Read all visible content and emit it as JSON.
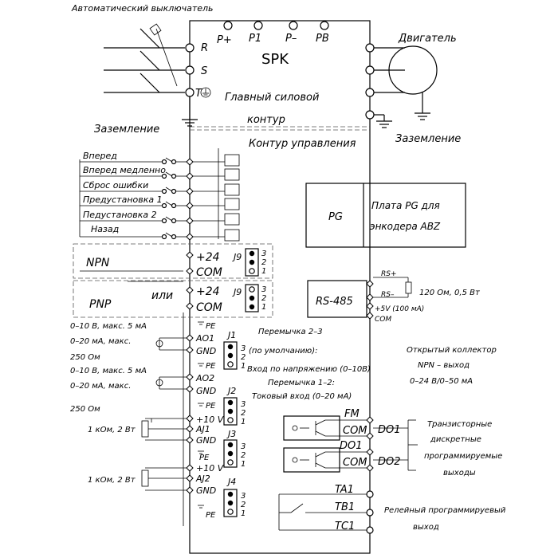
{
  "breaker_label": "Автоматический выключатель",
  "brand": "SPK",
  "power_terminals_top": [
    "P+",
    "P1",
    "P–",
    "PB"
  ],
  "power_terminals_left": [
    "R",
    "S",
    "T"
  ],
  "main_power_circuit": [
    "Главный силовой",
    "контур"
  ],
  "control_circuit": "Контур управления",
  "ground_left": "Заземление",
  "ground_right": "Заземление",
  "motor": "Двигатель",
  "digital_inputs": [
    "Вперед",
    "Вперед медленно",
    "Сброс ошибки",
    "Предустановка 1",
    "Педустановка 2",
    "Назад"
  ],
  "npn_label": "NPN",
  "pnp_label": "PNP",
  "or_label": "или",
  "supply_24": "+24",
  "com": "COM",
  "j9": "J9",
  "pin_nums": [
    "3",
    "2",
    "1"
  ],
  "pe": "PE",
  "ao1_spec": [
    "0–10 В, макс. 5 мА",
    "0–20 мА, макс.",
    "250 Ом"
  ],
  "ao2_spec": [
    "0–10 В, макс. 5 мА",
    "0–20 мА, макс.",
    "250 Ом"
  ],
  "ao1": "AO1",
  "ao2": "AO2",
  "gnd": "GND",
  "v10": "+10 V",
  "aj1": "AJ1",
  "aj2": "AJ2",
  "pot_label": "1 кОм, 2 Вт",
  "jumpers": [
    "J1",
    "J2",
    "J3",
    "J4"
  ],
  "jumper_note": [
    "Перемычка 2–3",
    "(по умолчанию):",
    "Вход по напряжению (0–10В)",
    "Перемычка 1–2:",
    "Токовый вход (0–20 мА)"
  ],
  "pg": "PG",
  "pg_board": [
    "Плата PG для",
    "энкодера ABZ"
  ],
  "rs485": "RS-485",
  "rs_plus": "RS+",
  "rs_minus": "RS–",
  "rs_5v": "+5V (100 мА)",
  "rs_com": "COM",
  "rs_resistor": "120  Ом, 0,5 Вт",
  "oc_note": [
    "Открытый коллектор",
    "NPN – выход",
    "0–24 В/0–50 мА"
  ],
  "fm": "FM",
  "do1": "DO1",
  "do2": "DO2",
  "transistor_note": [
    "Транзисторные",
    "дискретные",
    "программируемые",
    "выходы"
  ],
  "relay_terms": [
    "TA1",
    "TB1",
    "TC1"
  ],
  "relay_note": [
    "Релейный программируевый",
    "выход"
  ]
}
